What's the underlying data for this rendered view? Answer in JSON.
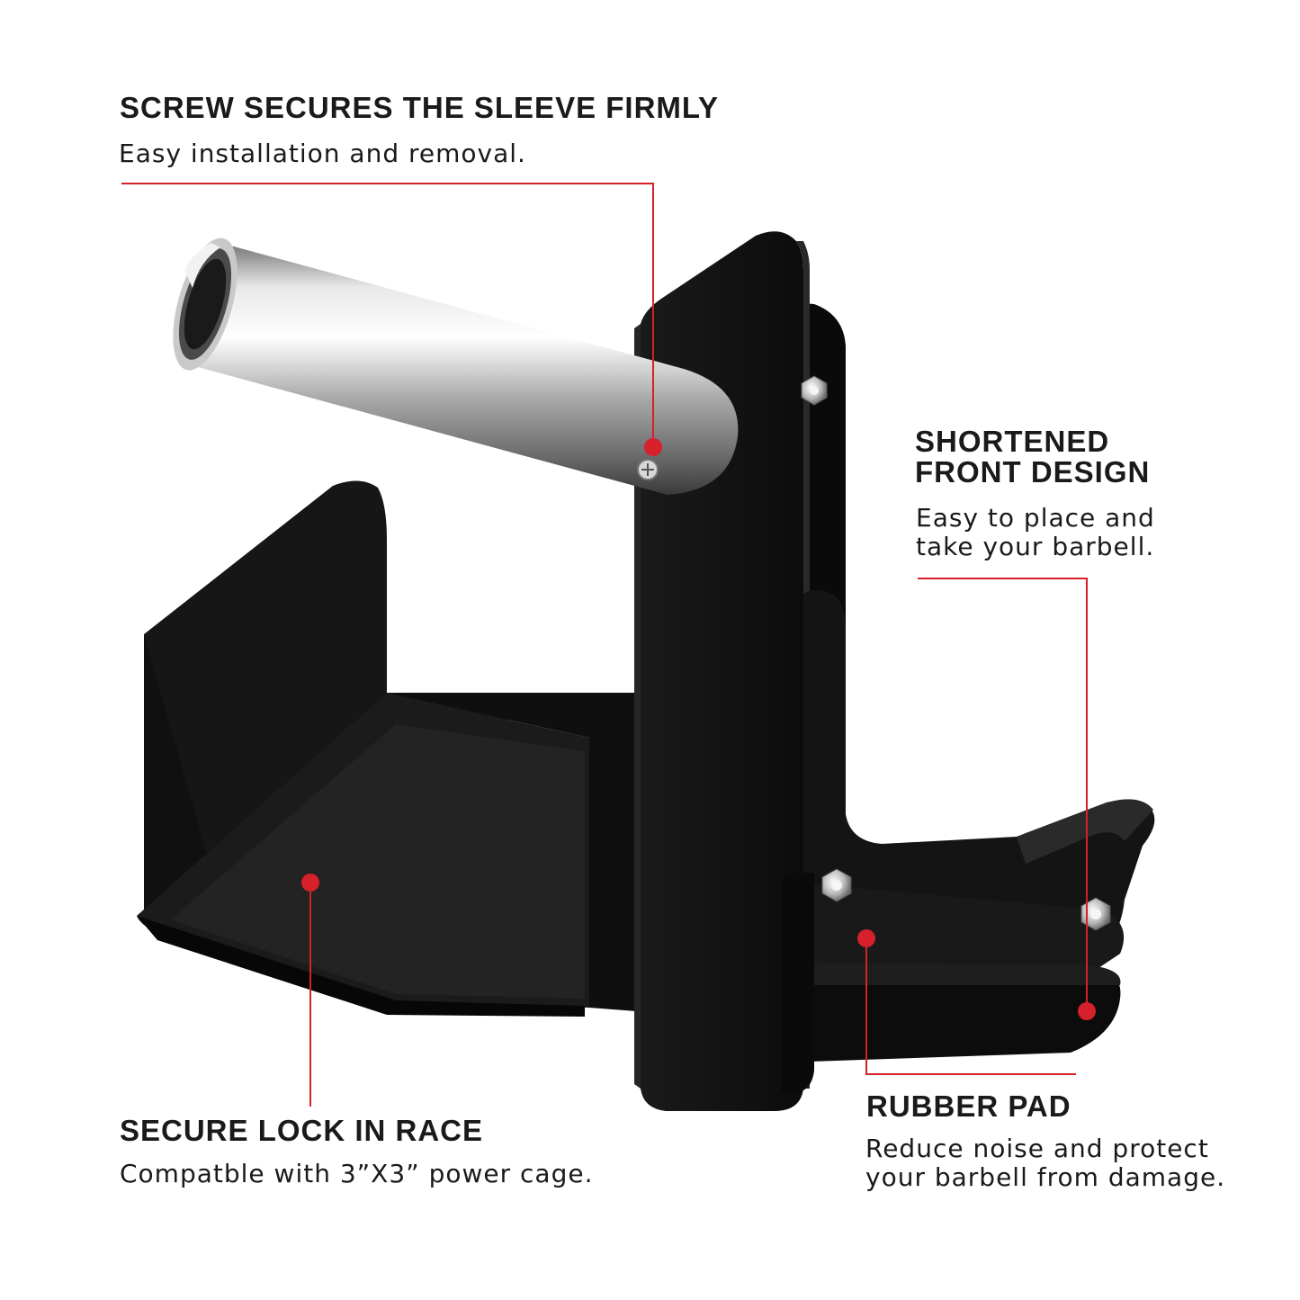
{
  "colors": {
    "accent_red": "#d6202a",
    "steel_black": "#141414",
    "text": "#1a1a1a",
    "background": "#ffffff"
  },
  "callouts": {
    "screw": {
      "heading": "SCREW SECURES THE SLEEVE FIRMLY",
      "description": "Easy installation and removal."
    },
    "front": {
      "heading_lines": [
        "SHORTENED",
        "FRONT DESIGN"
      ],
      "description_lines": [
        "Easy to place and",
        "take your barbell."
      ]
    },
    "lock": {
      "heading": "SECURE LOCK IN RACE",
      "description": "Compatble with 3”X3” power cage."
    },
    "pad": {
      "heading": "RUBBER PAD",
      "description_lines": [
        "Reduce noise and protect",
        "your barbell from damage."
      ]
    }
  },
  "product": {
    "name_icon": "j-hook-rack-attachment",
    "parts": [
      "steel-sleeve",
      "mounting-plate",
      "sleeve-bracket",
      "j-hook-arm",
      "rubber-pad",
      "hex-bolts"
    ]
  }
}
